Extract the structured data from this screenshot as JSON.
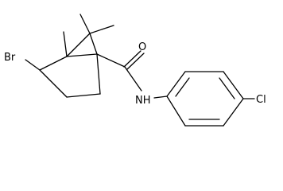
{
  "molecule": {
    "atoms": {
      "bromine": "Br",
      "oxygen": "O",
      "nitrogen_h": "NH",
      "chlorine": "Cl"
    }
  },
  "colors": {
    "background": "#ffffff",
    "bond": "#000000",
    "label": "#000000"
  }
}
